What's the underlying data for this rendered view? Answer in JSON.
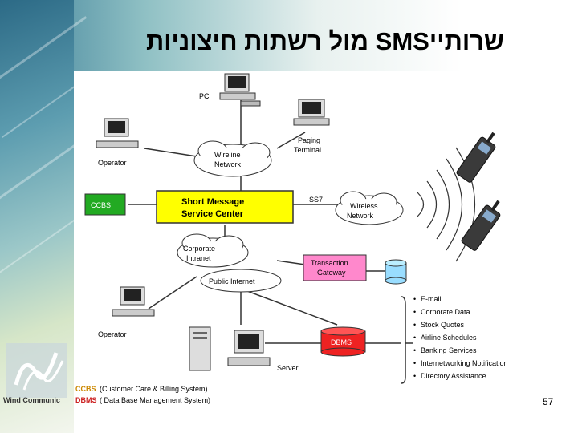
{
  "slide": {
    "title": "שרותייSMS מול רשתות חיצוניות",
    "page_number": "57",
    "logo_text": "Wind Communic"
  },
  "diagram": {
    "pc_label": "PC",
    "paging_terminal": [
      "Paging",
      "Terminal"
    ],
    "operator_top": "Operator",
    "wireline_network": [
      "Wireline",
      "Network"
    ],
    "ccbs": "CCBS",
    "smsc": [
      "Short Message",
      "Service Center"
    ],
    "ss7": "SS7",
    "wireless_network": [
      "Wireless",
      "Network"
    ],
    "corporate_intranet": [
      "Corporate",
      "Intranet"
    ],
    "public_internet": "Public Internet",
    "transaction_gateway": [
      "Transaction",
      "Gateway"
    ],
    "operator_bottom": "Operator",
    "dbms": "DBMS",
    "server": "Server",
    "services": [
      "E-mail",
      "Corporate Data",
      "Stock Quotes",
      "Airline Schedules",
      "Banking Services",
      "Internetworking Notification",
      "Directory Assistance"
    ],
    "legend": [
      {
        "abbr": "CCBS",
        "text": "(Customer Care & Billing System)"
      },
      {
        "abbr": "DBMS",
        "text": "( Data Base Management System)"
      }
    ]
  },
  "colors": {
    "smsc_fill": "#ffff00",
    "ccbs_fill": "#22aa22",
    "gateway_fill": "#ff88cc",
    "dbms_fill": "#ee2222",
    "legend_abbr": "#cc8800"
  }
}
